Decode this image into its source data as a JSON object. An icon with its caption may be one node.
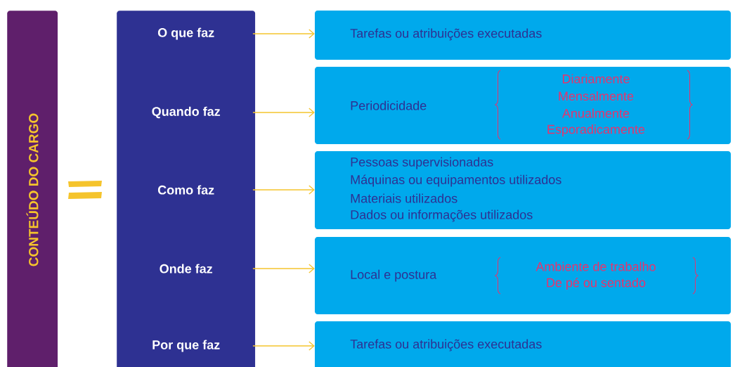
{
  "diagram": {
    "nodes": [
      {
        "text": [
          "CONTEÚDO DO CARGO"
        ]
      },
      {
        "text": [],
        "shape": "box"
      },
      {
        "text": [
          "O que faz"
        ],
        "in": 1
      },
      {
        "text": [
          "Quando faz"
        ],
        "in": 1
      },
      {
        "text": [
          "Como faz"
        ],
        "in": 1
      },
      {
        "text": [
          "Onde faz"
        ],
        "in": 1
      },
      {
        "text": [
          "Por que faz"
        ],
        "in": 1
      },
      {
        "text": [
          "Tarefas ou atribuições executadas"
        ]
      },
      {
        "text": [
          "Periodicidade",
          "Diariamente",
          "Mensalmente",
          "Anualmente",
          "Esporadicamente"
        ]
      },
      {
        "text": [
          "Pessoas supervisionadas",
          "Máquinas ou equipamentos utilizados",
          "Materiais utilizados",
          "Dados ou informações utilizados"
        ]
      },
      {
        "text": [
          "Local e postura",
          "Ambiente de trabalho",
          "De pé ou sentado"
        ]
      },
      {
        "text": [
          "Tarefas ou atribuições executadas"
        ]
      }
    ],
    "edges": [
      {
        "from": 2,
        "to": 7,
        "arrow": "to"
      },
      {
        "from": 3,
        "to": 8,
        "arrow": "to"
      },
      {
        "from": 4,
        "to": 9,
        "arrow": "to"
      },
      {
        "from": 5,
        "to": 10,
        "arrow": "to"
      },
      {
        "from": 6,
        "to": 11,
        "arrow": "to"
      }
    ]
  }
}
